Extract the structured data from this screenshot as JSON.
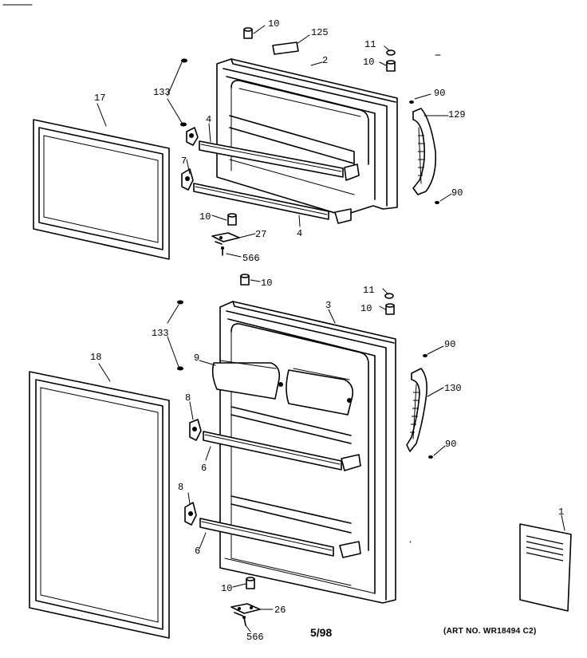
{
  "callouts": {
    "l10a": "10",
    "l125": "125",
    "l11a": "11",
    "l10b": "10",
    "l2": "2",
    "l133a": "133",
    "l17": "17",
    "l90a": "90",
    "l129": "129",
    "l4a": "4",
    "l7": "7",
    "l90b": "90",
    "l10c": "10",
    "l4b": "4",
    "l27": "27",
    "l566a": "566",
    "l10d": "10",
    "l11b": "11",
    "l10e": "10",
    "l3": "3",
    "l133b": "133",
    "l9": "9",
    "l90c": "90",
    "l18": "18",
    "l130": "130",
    "l8a": "8",
    "l90d": "90",
    "l6a": "6",
    "l8b": "8",
    "l1": "1",
    "l6b": "6",
    "l10f": "10",
    "l26": "26",
    "l566b": "566"
  },
  "footer": {
    "date": "5/98",
    "art_no": "(ART NO. WR18494 C2)"
  }
}
